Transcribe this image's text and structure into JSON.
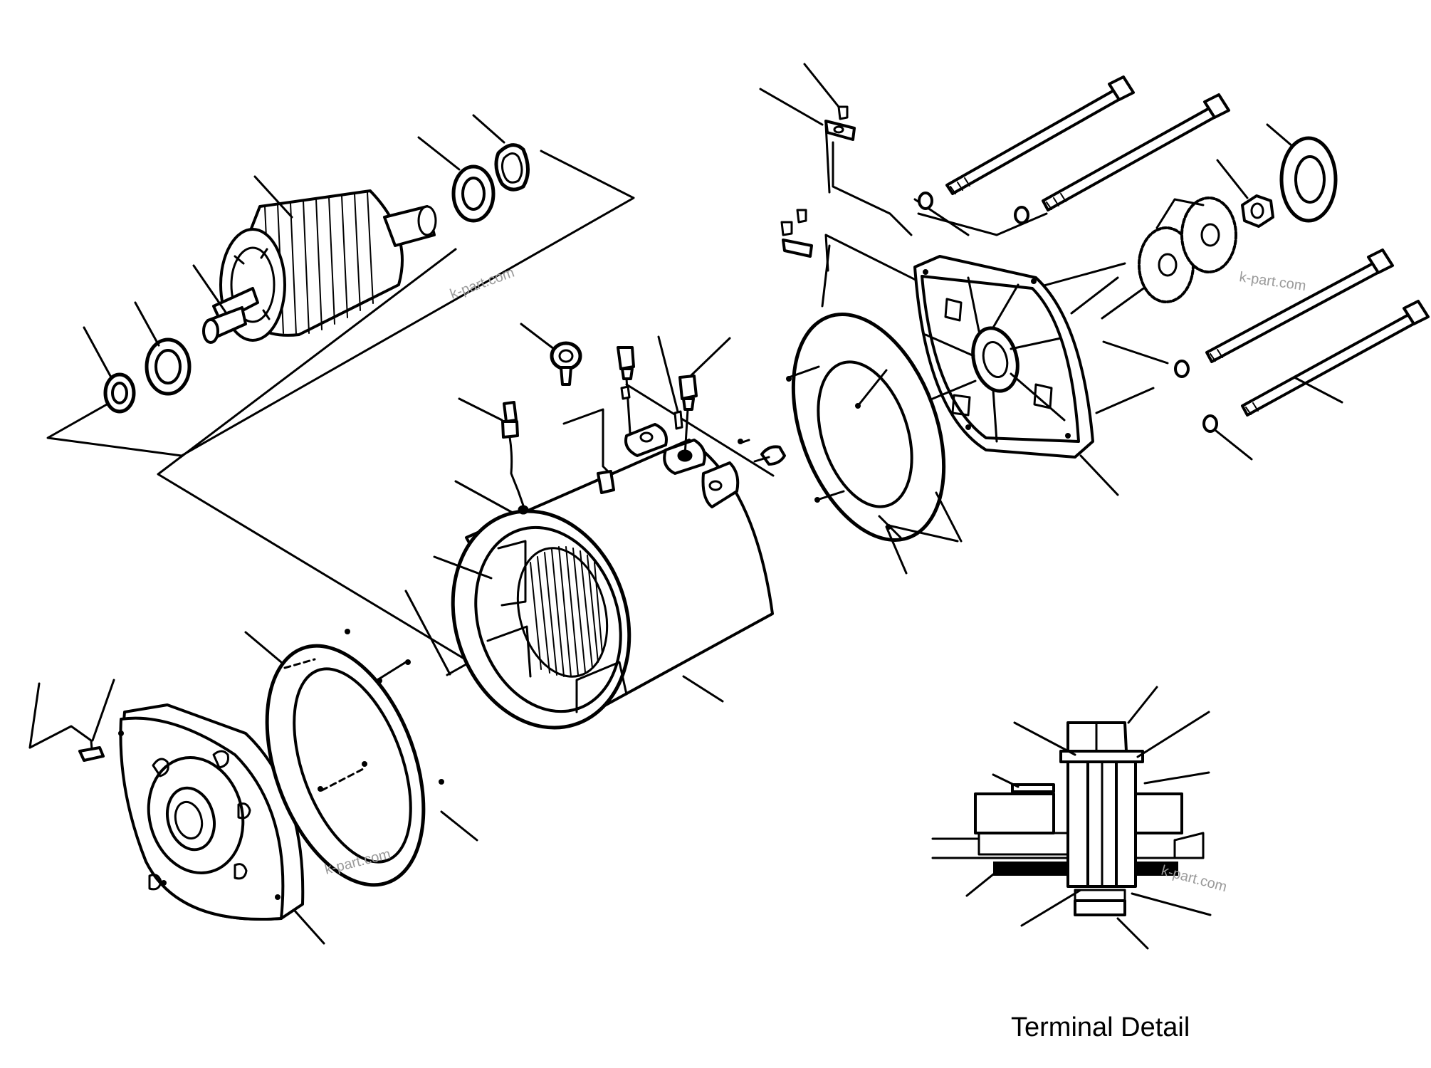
{
  "watermarks": [
    "k-part.com",
    "k-part.com",
    "k-part.com",
    "k-part.com"
  ],
  "detail_caption": "Terminal Detail",
  "colors": {
    "line": "#000000",
    "background": "#ffffff",
    "watermark": "#9a9a9a"
  }
}
